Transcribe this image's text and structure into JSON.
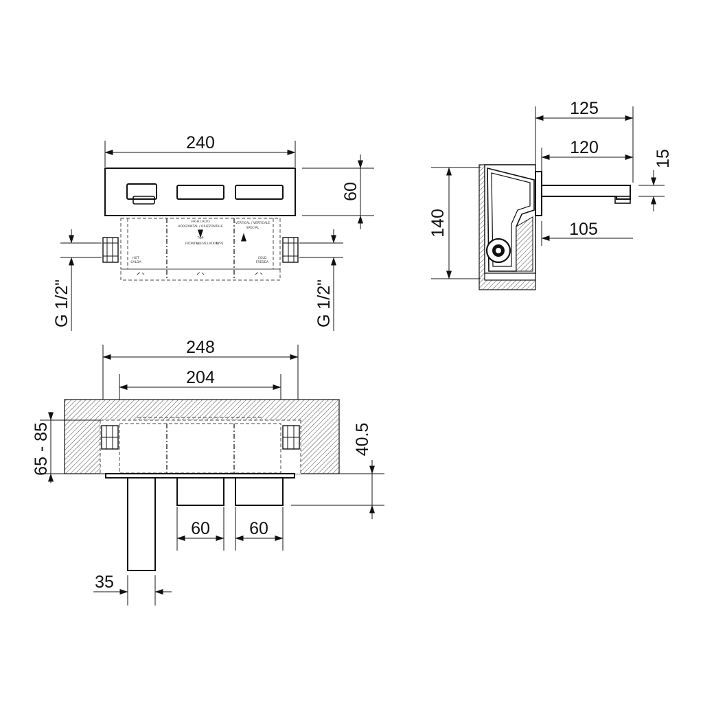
{
  "front_view": {
    "width_dim": "240",
    "plate_height_dim": "60",
    "left_inlet_dim": "G 1/2\"",
    "right_inlet_dim": "G 1/2\"",
    "labels": {
      "hot": "HOT",
      "hot_it": "CALDA",
      "cold": "COLD",
      "cold_it": "FREDDA",
      "high": "HIGH / ALTO",
      "horizontal": "HORIZONTAL / ORIZZONTALE",
      "top": "TOP",
      "center_left": "FRONTAL",
      "center_mid": "INSTALLATION",
      "center_right": "TYPE",
      "vertical": "VERTICAL / VERTICALE",
      "vertical_sub": "SPECIAL"
    }
  },
  "side_view": {
    "total_depth_dim": "125",
    "spout_length_dim": "120",
    "spout_height_dim": "15",
    "body_height_dim": "140",
    "handle_depth_dim": "105"
  },
  "top_view": {
    "outer_width_dim": "248",
    "inner_width_dim": "204",
    "wall_depth_dim": "65 - 85",
    "projection_dim": "40.5",
    "handle1_width_dim": "60",
    "handle2_width_dim": "60",
    "spout_width_dim": "35"
  }
}
